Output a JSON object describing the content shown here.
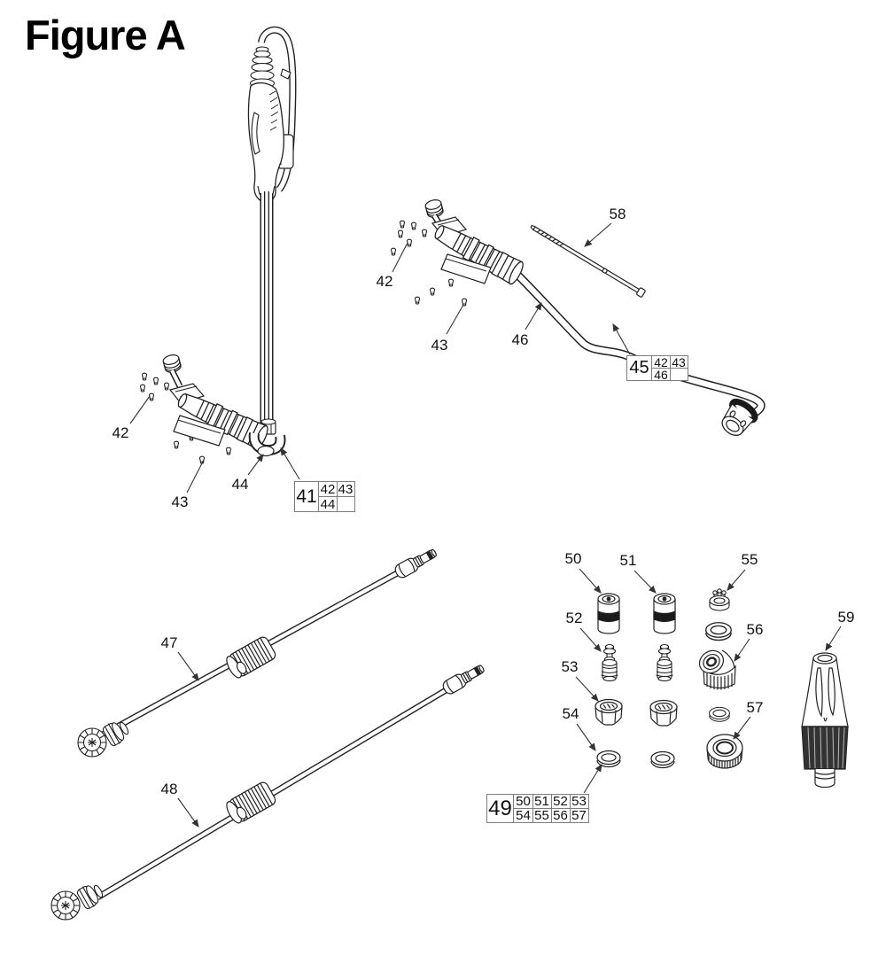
{
  "title": "Figure A",
  "callouts": {
    "c42_left": "42",
    "c43_left": "43",
    "c44": "44",
    "c42_right": "42",
    "c43_right": "43",
    "c46": "46",
    "c58": "58",
    "c47": "47",
    "c48": "48",
    "c50": "50",
    "c51": "51",
    "c52": "52",
    "c53": "53",
    "c54": "54",
    "c55": "55",
    "c56": "56",
    "c57": "57",
    "c59": "59"
  },
  "ref_boxes": {
    "box41": {
      "main": "41",
      "row1": [
        "42",
        "43"
      ],
      "row2": [
        "44",
        ""
      ]
    },
    "box45": {
      "main": "45",
      "row1": [
        "42",
        "43"
      ],
      "row2": [
        "46",
        ""
      ]
    },
    "box49": {
      "main": "49",
      "row1": [
        "50",
        "51",
        "52",
        "53"
      ],
      "row2": [
        "54",
        "55",
        "56",
        "57"
      ]
    }
  }
}
